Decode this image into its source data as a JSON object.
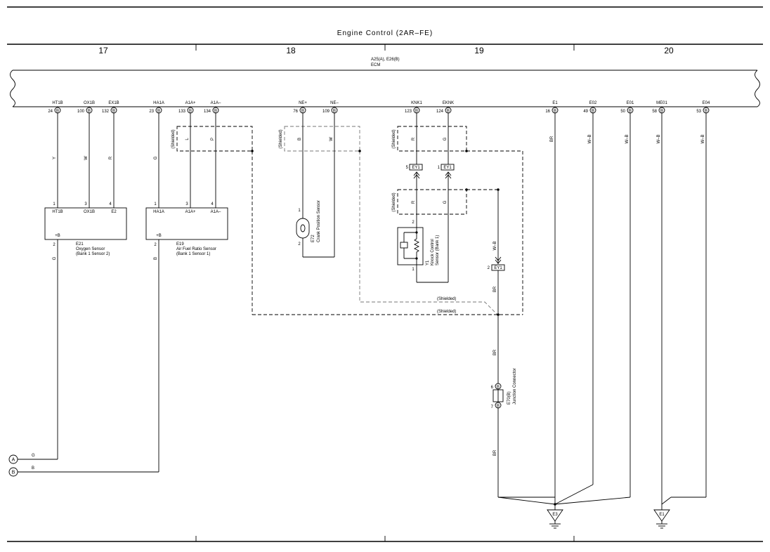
{
  "title": "Engine Control (2AR–FE)",
  "grid_numbers": [
    "17",
    "18",
    "19",
    "20"
  ],
  "ecm": {
    "connectors": "A25(A), E26(B)",
    "name": "ECM"
  },
  "ecm_pins": [
    {
      "name": "HT1B",
      "num": "24",
      "conn": "B"
    },
    {
      "name": "OX1B",
      "num": "100",
      "conn": "B"
    },
    {
      "name": "EX1B",
      "num": "132",
      "conn": "B"
    },
    {
      "name": "HA1A",
      "num": "23",
      "conn": "B"
    },
    {
      "name": "A1A+",
      "num": "133",
      "conn": "B"
    },
    {
      "name": "A1A–",
      "num": "134",
      "conn": "B"
    },
    {
      "name": "NE+",
      "num": "76",
      "conn": "B"
    },
    {
      "name": "NE–",
      "num": "109",
      "conn": "B"
    },
    {
      "name": "KNK1",
      "num": "123",
      "conn": "B"
    },
    {
      "name": "EKNK",
      "num": "124",
      "conn": "B"
    },
    {
      "name": "E1",
      "num": "16",
      "conn": "B"
    },
    {
      "name": "E02",
      "num": "49",
      "conn": "B"
    },
    {
      "name": "E01",
      "num": "50",
      "conn": "B"
    },
    {
      "name": "ME01",
      "num": "58",
      "conn": "B"
    },
    {
      "name": "E04",
      "num": "53",
      "conn": "B"
    }
  ],
  "wire_colors": {
    "ht1b": "Y",
    "ox1b": "W",
    "ex1b": "R",
    "ha1a": "G",
    "a1a_plus": "L",
    "a1a_minus": "P",
    "ne_plus": "B",
    "ne_minus": "W",
    "knk1_top": "R",
    "eknk_top": "G",
    "knk1_mid": "R",
    "eknk_mid": "G",
    "e1": "BR",
    "e02": "W–B",
    "e01": "W–B",
    "me01": "W–B",
    "e04": "W–B",
    "o2_b": "G",
    "af_b": "B",
    "shield_wire": "W–B",
    "ground_br1": "BR",
    "ground_br2": "BR",
    "ground_br3": "BR",
    "bus_a": "G",
    "bus_b": "B"
  },
  "shielded": "(Shielded)",
  "ey1": {
    "name": "EY1",
    "pin5": "5",
    "pin1": "1",
    "pin2": "2"
  },
  "e21": {
    "pins": [
      {
        "num": "1",
        "name": "HT1B"
      },
      {
        "num": "3",
        "name": "OX1B"
      },
      {
        "num": "4",
        "name": "E2"
      }
    ],
    "plusb": "+B",
    "pin2": "2",
    "code": "E21",
    "desc1": "Oxygen Sensor",
    "desc2": "(Bank 1 Sensor 2)"
  },
  "e19": {
    "pins": [
      {
        "num": "1",
        "name": "HA1A"
      },
      {
        "num": "3",
        "name": "A1A+"
      },
      {
        "num": "4",
        "name": "A1A–"
      }
    ],
    "plusb": "+B",
    "pin2": "2",
    "code": "E19",
    "desc1": "Air Fuel Ratio Sensor",
    "desc2": "(Bank 1 Sensor 1)"
  },
  "e72": {
    "code": "E72",
    "desc": "Crank Position Sensor",
    "pin1": "1",
    "pin2": "2"
  },
  "y1": {
    "code": "Y1",
    "desc1": "Knock Control",
    "desc2": "Sensor (Bank 1)",
    "pin2": "2",
    "pin1": "1"
  },
  "e70": {
    "code": "E70(B)",
    "desc": "Junction Connector",
    "pin6": "6",
    "pin7": "7",
    "conn": "B"
  },
  "bus_labels": {
    "a": "A",
    "b": "B"
  },
  "grounds": {
    "e3": "E3",
    "e1": "E1"
  }
}
